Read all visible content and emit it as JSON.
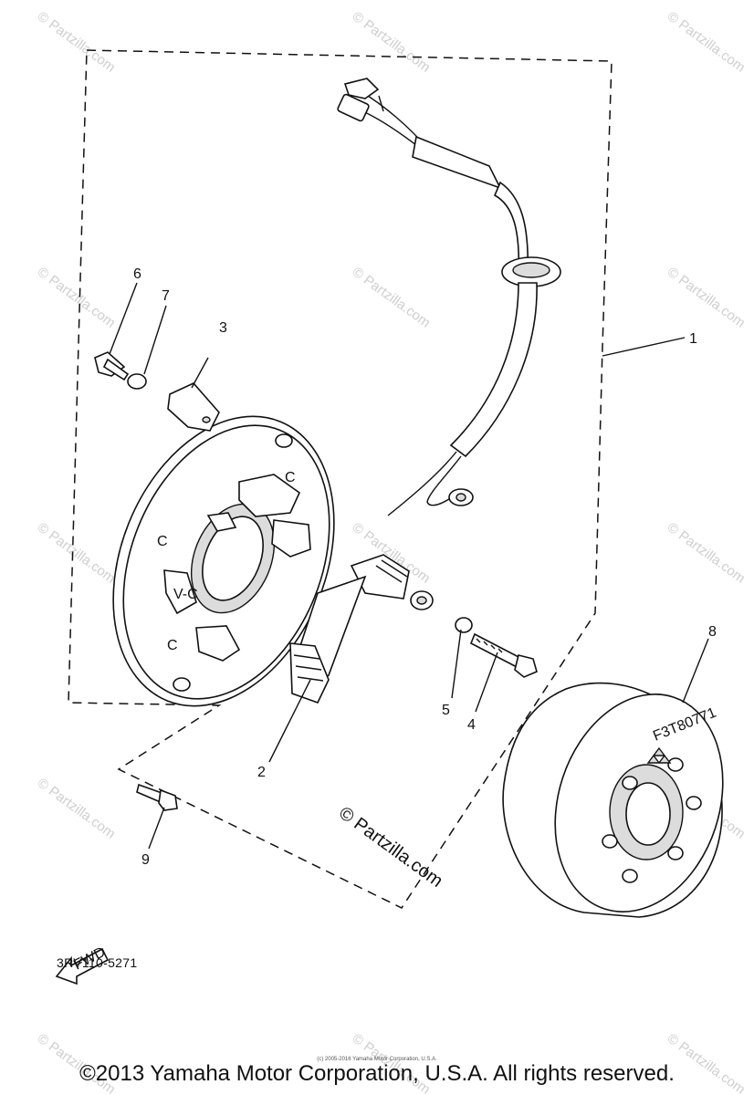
{
  "diagram": {
    "callouts": [
      "1",
      "2",
      "3",
      "4",
      "5",
      "6",
      "7",
      "8",
      "9"
    ],
    "diagram_code": "3RV110-5271",
    "fwd_label": "FWD",
    "stator_markings": [
      "C",
      "C",
      "C",
      "V-C"
    ],
    "rotor_marking": "F3T80771"
  },
  "watermark": {
    "text": "© Partzilla.com",
    "inline_mark": "© Partzilla.com"
  },
  "footer": {
    "copyright": "©2013 Yamaha Motor Corporation, U.S.A. All rights reserved.",
    "copyright_small": "(c) 2005-2016 Yamaha Motor Corporation, U.S.A."
  }
}
